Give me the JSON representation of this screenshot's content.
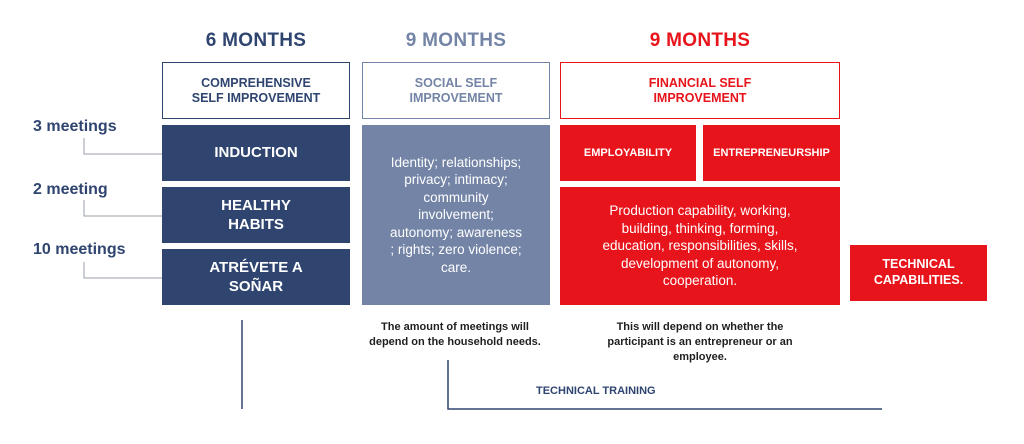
{
  "colors": {
    "navy": "#2f4570",
    "slate": "#7384a6",
    "red": "#e8141b",
    "note_text": "#1f1f1f"
  },
  "headers": {
    "col1": "6 MONTHS",
    "col2": "9 MONTHS",
    "col3": "9 MONTHS"
  },
  "outline_boxes": {
    "col1": "COMPREHENSIVE\nSELF IMPROVEMENT",
    "col2": "SOCIAL SELF\nIMPROVEMENT",
    "col3": "FINANCIAL SELF\nIMPROVEMENT"
  },
  "meetings": [
    "3 meetings",
    "2 meeting",
    "10 meetings"
  ],
  "col1_blocks": [
    "INDUCTION",
    "HEALTHY\nHABITS",
    "ATRÉVETE A\nSOÑAR"
  ],
  "col2_block": "Identity; relationships;\nprivacy; intimacy;\ncommunity\ninvolvement;\nautonomy;  awareness\n; rights; zero violence;\ncare.",
  "col3_top": [
    "EMPLOYABILITY",
    "ENTREPRENEURSHIP"
  ],
  "col3_block": "Production capability, working,\nbuilding, thinking, forming,\neducation, responsibilities, skills,\ndevelopment of autonomy,\ncooperation.",
  "technical_box": "TECHNICAL\nCAPABILITIES.",
  "notes": {
    "col2": "The amount of meetings will\ndepend on the household needs.",
    "col3": "This will depend on whether the\nparticipant is an entrepreneur or an\nemployee."
  },
  "technical_training": "TECHNICAL TRAINING"
}
